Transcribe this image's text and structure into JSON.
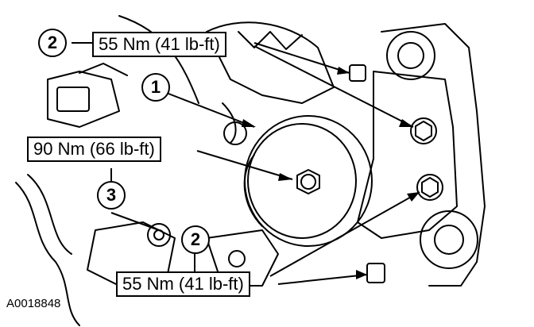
{
  "figure_id": "A0018848",
  "callouts": {
    "c1": "1",
    "c2_top": "2",
    "c2_bottom": "2",
    "c3": "3"
  },
  "torque_labels": {
    "top": "55 Nm (41 lb-ft)",
    "middle": "90 Nm (66 lb-ft)",
    "bottom": "55 Nm (41 lb-ft)"
  }
}
